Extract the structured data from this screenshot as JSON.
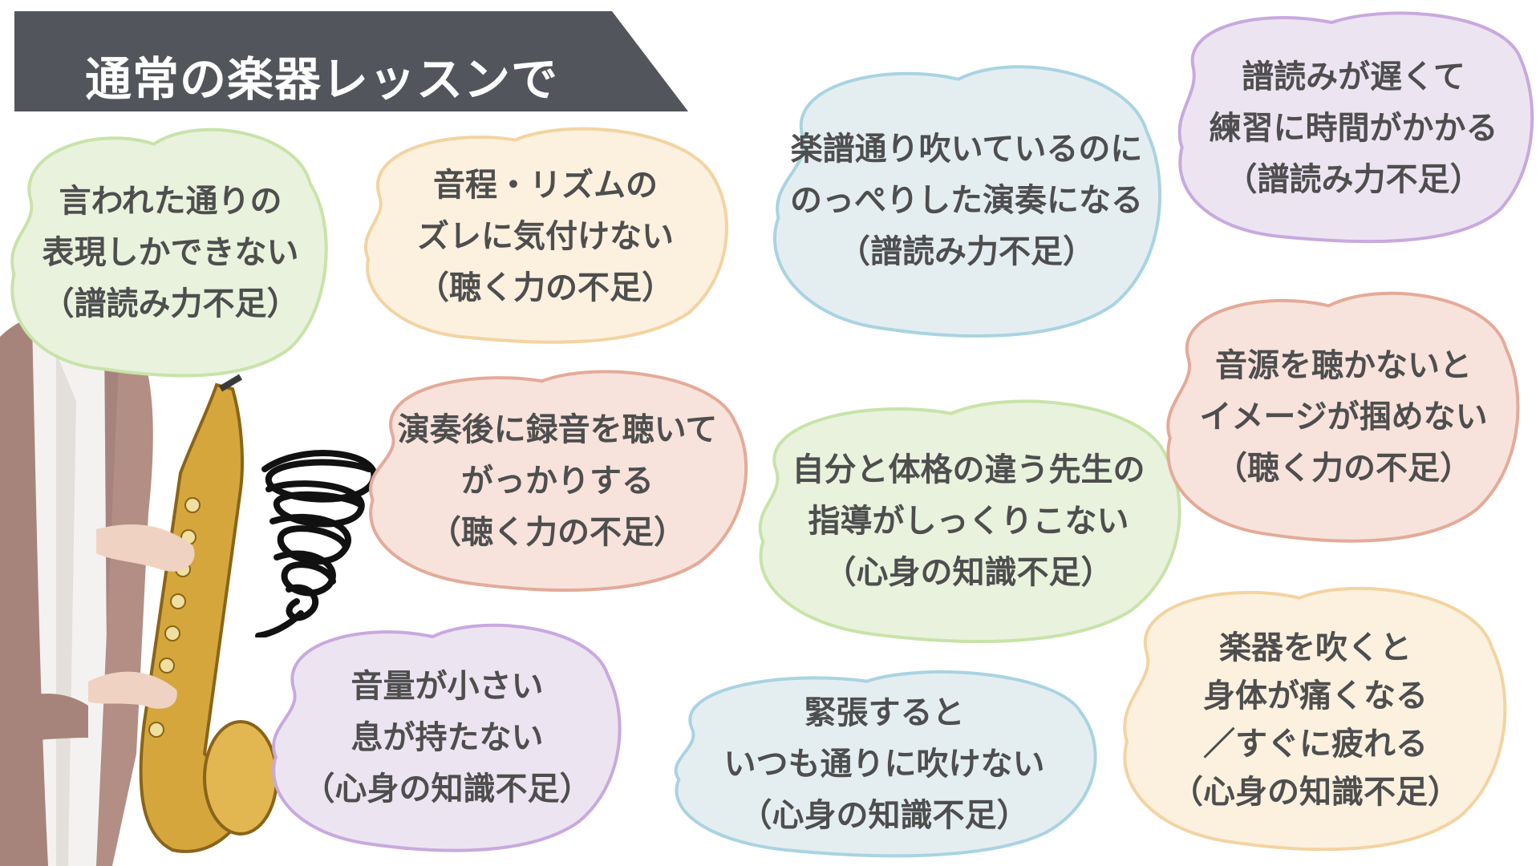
{
  "header": {
    "title": "通常の楽器レッスンで"
  },
  "colors": {
    "banner": "#52555c",
    "text": "#4e4e4e",
    "green": "#e8f2dd",
    "green_border": "#c8e3a8",
    "orange": "#fcf1df",
    "orange_border": "#f3d3a1",
    "blue": "#e4eef1",
    "blue_border": "#a9d3e1",
    "purple": "#ece5f1",
    "purple_border": "#c8a9de",
    "pink": "#f7e3dc",
    "pink_border": "#e4aa98"
  },
  "bubbles": [
    {
      "id": "b1",
      "theme": "green",
      "lines": [
        "言われた通りの",
        "表現しかできない"
      ],
      "note": "（譜読み力不足）"
    },
    {
      "id": "b2",
      "theme": "orange",
      "lines": [
        "音程・リズムの",
        "ズレに気付けない"
      ],
      "note": "（聴く力の不足）"
    },
    {
      "id": "b3",
      "theme": "blue",
      "lines": [
        "楽譜通り吹いているのに",
        "のっぺりした演奏になる"
      ],
      "note": "（譜読み力不足）"
    },
    {
      "id": "b4",
      "theme": "purple",
      "lines": [
        "譜読みが遅くて",
        "練習に時間がかかる"
      ],
      "note": "（譜読み力不足）"
    },
    {
      "id": "b5",
      "theme": "pink",
      "lines": [
        "演奏後に録音を聴いて",
        "がっかりする"
      ],
      "note": "（聴く力の不足）"
    },
    {
      "id": "b6",
      "theme": "green",
      "lines": [
        "自分と体格の違う先生の",
        "指導がしっくりこない"
      ],
      "note": "（心身の知識不足）"
    },
    {
      "id": "b7",
      "theme": "pink",
      "lines": [
        "音源を聴かないと",
        "イメージが掴めない"
      ],
      "note": "（聴く力の不足）"
    },
    {
      "id": "b8",
      "theme": "purple",
      "lines": [
        "音量が小さい",
        "息が持たない"
      ],
      "note": "（心身の知識不足）"
    },
    {
      "id": "b9",
      "theme": "blue",
      "lines": [
        "緊張すると",
        "いつも通りに吹けない"
      ],
      "note": "（心身の知識不足）"
    },
    {
      "id": "b10",
      "theme": "orange",
      "lines": [
        "楽器を吹くと",
        "身体が痛くなる",
        "／すぐに疲れる"
      ],
      "note": "（心身の知識不足）"
    }
  ]
}
